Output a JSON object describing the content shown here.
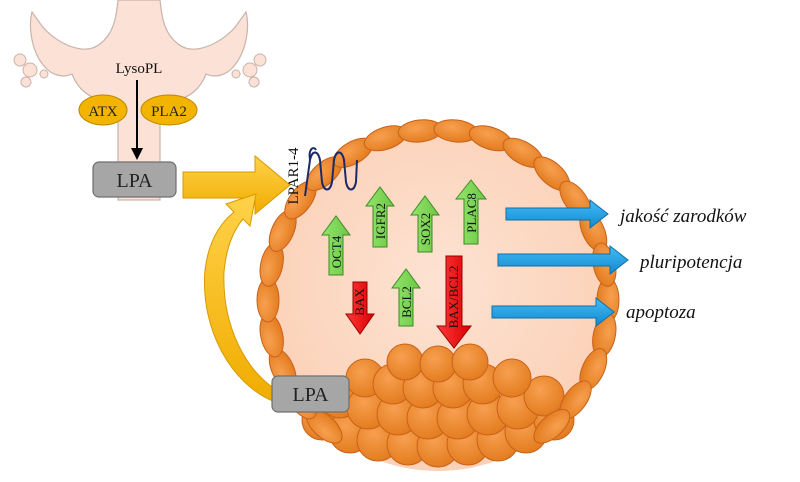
{
  "diagram": {
    "source": {
      "lysopl": "LysoPL",
      "enzyme_atx": "ATX",
      "enzyme_pla2": "PLA2",
      "lpa_top": "LPA"
    },
    "receptor": {
      "label": "LPAR1-4"
    },
    "genes_up": [
      {
        "label": "OCT4"
      },
      {
        "label": "IGFR2"
      },
      {
        "label": "SOX2"
      },
      {
        "label": "PLAC8"
      },
      {
        "label": "BCL2"
      }
    ],
    "genes_down": [
      {
        "label": "BAX"
      },
      {
        "label": "BAX/BCL2"
      }
    ],
    "outcomes": [
      {
        "label": "jakość zarodków"
      },
      {
        "label": "pluripotencja"
      },
      {
        "label": "apoptoza"
      }
    ],
    "lpa_bottom": "LPA",
    "colors": {
      "uterus": "#fbe1d6",
      "uterus_stroke": "#c9b3aa",
      "enzyme": "#f3b400",
      "lpa_box": "#a6a6a6",
      "cell_fill": "#fdd7c0",
      "ring": "#f08c33",
      "ring_stroke": "#d06010",
      "icm": "#f39a3a",
      "up_arrow": "#7ed957",
      "down_arrow": "#f40000",
      "blue_arrow": "#1aa3e8",
      "yellow_arrow": "#f3b400"
    }
  }
}
